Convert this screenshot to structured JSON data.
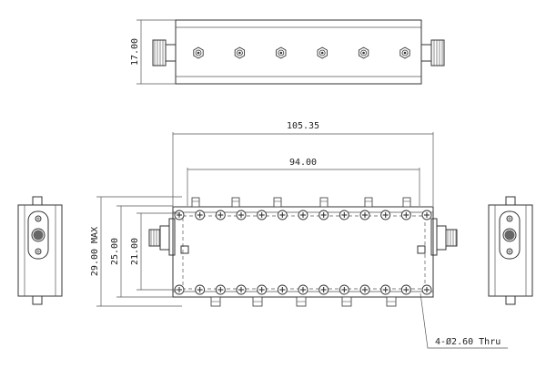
{
  "drawing": {
    "dimensions": {
      "top_height": "17.00",
      "overall_length": "105.35",
      "hole_spacing": "94.00",
      "max_height": "29.00 MAX",
      "body_height": "25.00",
      "hole_height": "21.00",
      "hole_note": "4-Ø2.60 Thru"
    },
    "counts": {
      "top_tuning_screws": 6,
      "front_top_row_screws": 13,
      "front_bottom_row_screws": 13
    },
    "colors": {
      "line": "#333333",
      "text": "#222222",
      "background": "#ffffff"
    },
    "icons": {
      "sma_connector": "sma-connector-icon",
      "phillips_screw": "phillips-screw-icon",
      "hex_nut": "hex-nut-icon"
    }
  }
}
